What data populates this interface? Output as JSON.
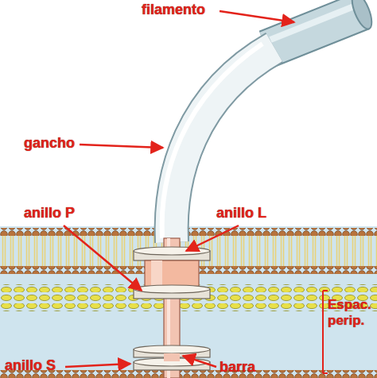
{
  "diagram": {
    "labels": [
      "filamento",
      "gancho",
      "anillo P",
      "anillo L",
      "anillo S",
      "barra",
      "Espac. perip."
    ]
  }
}
